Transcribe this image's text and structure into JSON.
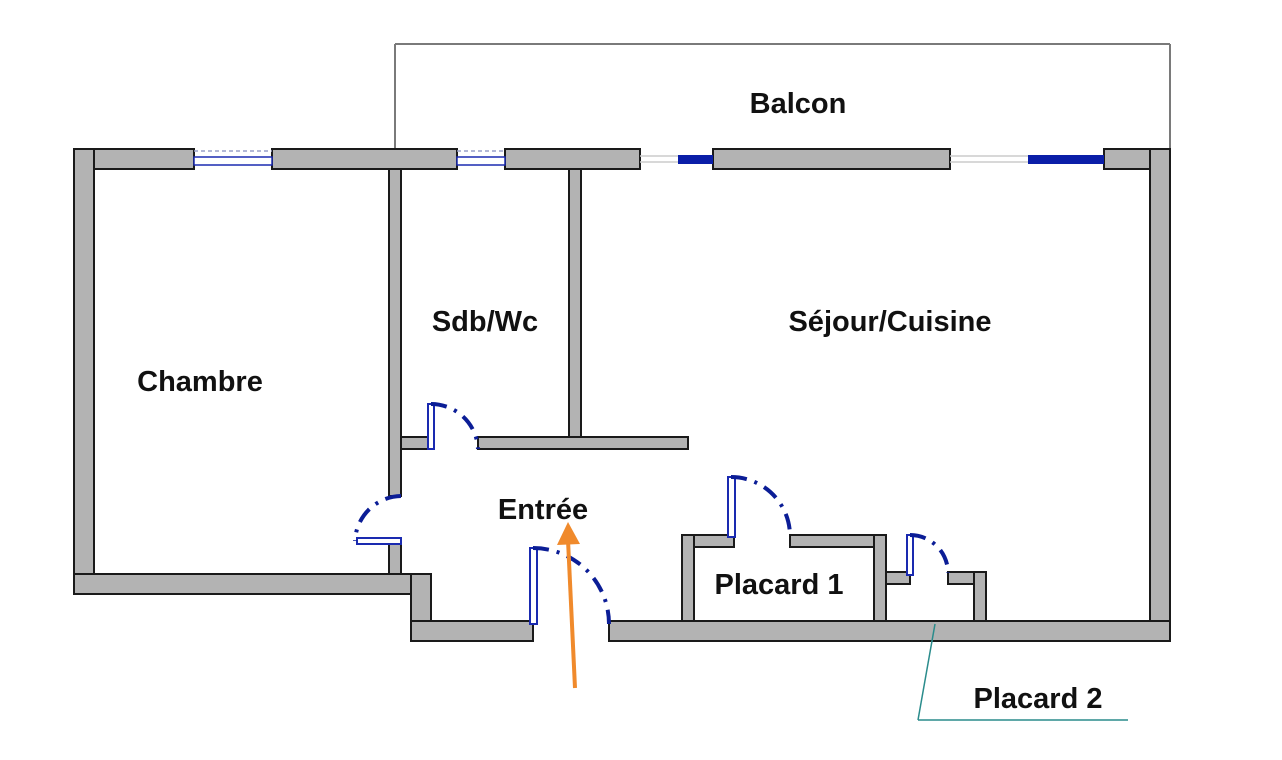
{
  "rooms": {
    "balcon": "Balcon",
    "sdb_wc": "Sdb/Wc",
    "sejour_cuisine": "Séjour/Cuisine",
    "chambre": "Chambre",
    "entree": "Entrée",
    "placard_1": "Placard 1",
    "placard_2": "Placard 2"
  },
  "colors": {
    "wall_fill": "#b3b3b3",
    "wall_stroke": "#1a1a1a",
    "door_blue": "#0b1d96",
    "window_blue": "#0a1ea8",
    "entry_arrow": "#f08a2c",
    "leader_line": "#2a8c8c"
  }
}
